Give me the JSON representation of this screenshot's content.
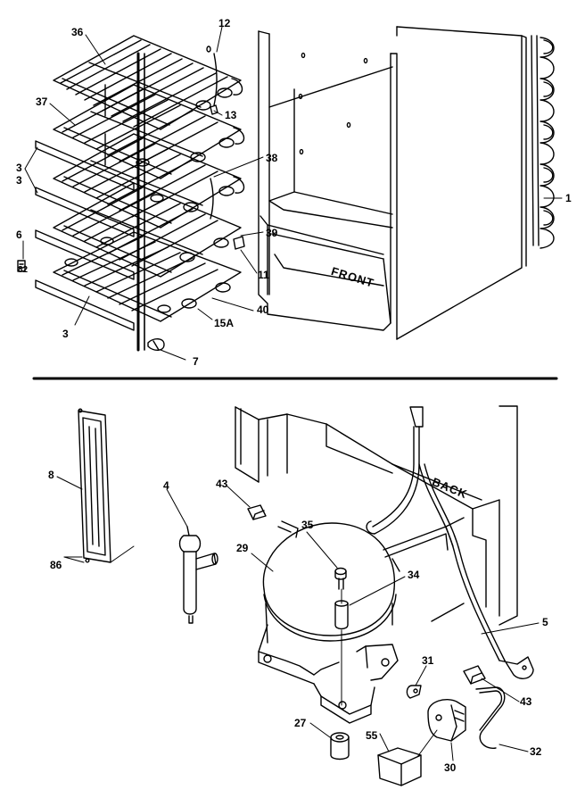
{
  "stamps": {
    "front": "FRONT",
    "back": "BACK"
  },
  "callouts": [
    "36",
    "12",
    "37",
    "13",
    "3",
    "38",
    "3",
    "39",
    "6",
    "82",
    "11",
    "40",
    "15A",
    "3",
    "7",
    "1",
    "8",
    "4",
    "43",
    "35",
    "29",
    "34",
    "86",
    "5",
    "31",
    "43",
    "27",
    "55",
    "30",
    "32"
  ]
}
